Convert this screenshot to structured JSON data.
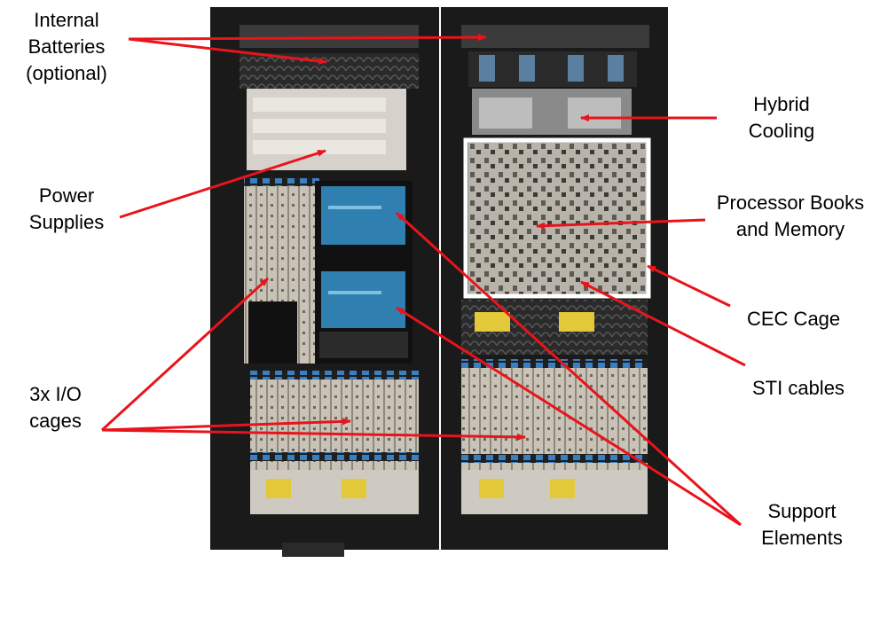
{
  "labels": {
    "internal_batteries": "Internal\nBatteries\n(optional)",
    "power_supplies": "Power\nSupplies",
    "io_cages": "3x I/O\ncages",
    "hybrid_cooling": "Hybrid\nCooling",
    "processor_books": "Processor Books\nand Memory",
    "cec_cage": "CEC Cage",
    "sti_cables": "STI cables",
    "support_elements": "Support\nElements"
  },
  "colors": {
    "arrow": "#e8141b",
    "frame": "#1a1a1a",
    "cec_box": "#ffffff",
    "screen": "#2f7fb0"
  }
}
